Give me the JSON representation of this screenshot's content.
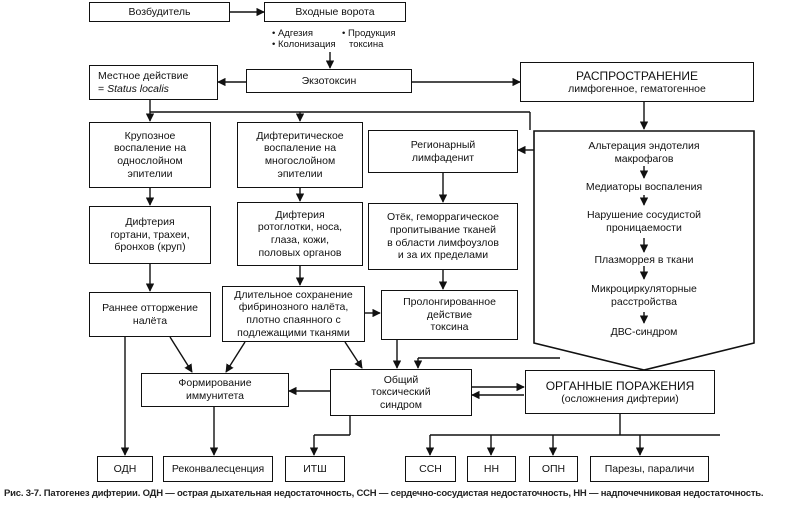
{
  "nodes": {
    "pathogen": "Возбудитель",
    "entry_gate": "Входные ворота",
    "entry_bullets": {
      "left": [
        "• Адгезия",
        "• Колонизация"
      ],
      "right": [
        "• Продукция",
        "токсина"
      ]
    },
    "local_action": [
      "Местное действие",
      "= ",
      "Status localis"
    ],
    "exotoxin": "Экзотоксин",
    "spread": [
      "РАСПРОСТРАНЕНИЕ",
      "лимфогенное, гематогенное"
    ],
    "croupous": [
      "Крупозное",
      "воспаление на",
      "однослойном",
      "эпителии"
    ],
    "diphtheritic": [
      "Дифтеритическое",
      "воспаление на",
      "многослойном",
      "эпителии"
    ],
    "regional": [
      "Регионарный",
      "лимфаденит"
    ],
    "chain": [
      [
        "Альтерация эндотелия",
        "макрофагов"
      ],
      [
        "Медиаторы воспаления"
      ],
      [
        "Нарушение сосудистой",
        "проницаемости"
      ],
      [
        "Плазморрея в ткани"
      ],
      [
        "Микроциркуляторные",
        "расстройства"
      ],
      [
        "ДВС-синдром"
      ]
    ],
    "larynx": [
      "Дифтерия",
      "гортани, трахеи,",
      "бронхов (круп)"
    ],
    "oropharynx": [
      "Дифтерия",
      "ротоглотки, носа,",
      "глаза, кожи,",
      "половых органов"
    ],
    "edema": [
      "Отёк, геморрагическое",
      "пропитывание тканей",
      "в области лимфоузлов",
      "и за их пределами"
    ],
    "early_rejection": [
      "Раннее отторжение",
      "налёта"
    ],
    "long_retention": [
      "Длительное сохранение",
      "фибринозного налёта,",
      "плотно спаянного с",
      "подлежащими тканями"
    ],
    "prolonged": [
      "Пролонгированное",
      "действие",
      "токсина"
    ],
    "immunity": [
      "Формирование",
      "иммунитета"
    ],
    "general_toxic": [
      "Общий",
      "токсический",
      "синдром"
    ],
    "organ_damage": [
      "ОРГАННЫЕ ПОРАЖЕНИЯ",
      "(осложнения дифтерии)"
    ],
    "odn": "ОДН",
    "reconvalescence": "Реконвалесценция",
    "itsh": "ИТШ",
    "ssn": "ССН",
    "nn": "НН",
    "opn": "ОПН",
    "paresis": "Парезы, параличи"
  },
  "caption": "Рис. 3-7. Патогенез дифтерии. ОДН — острая дыхательная недостаточность, ССН — сердечно-сосудистая недостаточность, НН — надпочечниковая недостаточность."
}
